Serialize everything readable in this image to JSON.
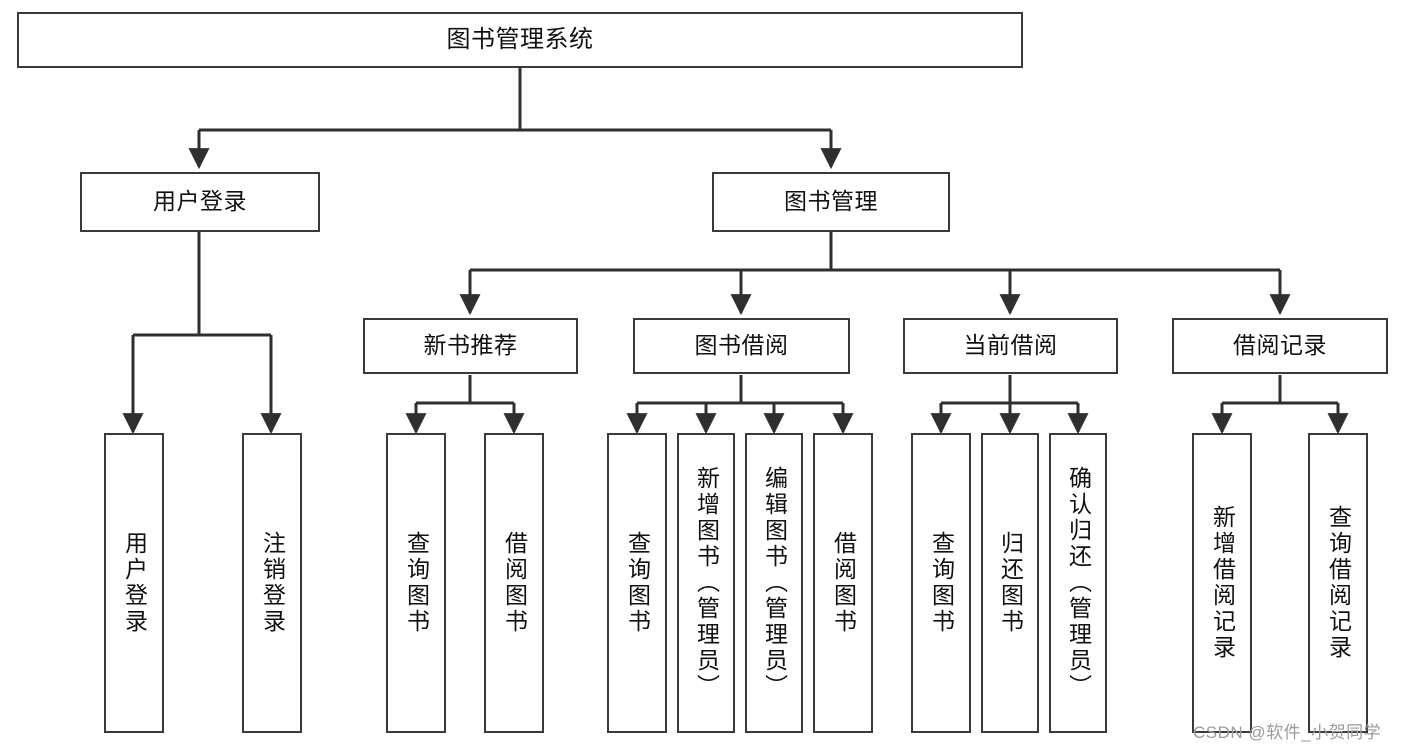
{
  "diagram": {
    "title": "图书管理系统",
    "type": "hierarchy-tree",
    "orientation": "top-down",
    "box_border_color": "#3a3a3a",
    "box_fill_color": "#ffffff",
    "edge_color": "#2f2f2f",
    "background_color": "#ffffff"
  },
  "nodes": {
    "root": {
      "label": "图书管理系统",
      "level": 1
    },
    "l2": [
      {
        "id": "user-login",
        "label": "用户登录",
        "level": 2
      },
      {
        "id": "book-manage",
        "label": "图书管理",
        "level": 2
      }
    ],
    "l3": [
      {
        "id": "new-book-recommend",
        "label": "新书推荐",
        "level": 3
      },
      {
        "id": "book-borrow",
        "label": "图书借阅",
        "level": 3
      },
      {
        "id": "current-borrow",
        "label": "当前借阅",
        "level": 3
      },
      {
        "id": "borrow-record",
        "label": "借阅记录",
        "level": 3
      }
    ],
    "leaves": [
      {
        "id": "leaf-user-login",
        "label": "用户登录",
        "parent": "user-login"
      },
      {
        "id": "leaf-logout-login",
        "label": "注销登录",
        "parent": "user-login"
      },
      {
        "id": "leaf-query-book-1",
        "label": "查询图书",
        "parent": "new-book-recommend"
      },
      {
        "id": "leaf-borrow-book-1",
        "label": "借阅图书",
        "parent": "new-book-recommend"
      },
      {
        "id": "leaf-query-book-2",
        "label": "查询图书",
        "parent": "book-borrow"
      },
      {
        "id": "leaf-add-book",
        "label": "新增图书（管理员）",
        "parent": "book-borrow"
      },
      {
        "id": "leaf-edit-book",
        "label": "编辑图书（管理员）",
        "parent": "book-borrow"
      },
      {
        "id": "leaf-borrow-book-2",
        "label": "借阅图书",
        "parent": "book-borrow"
      },
      {
        "id": "leaf-query-book-3",
        "label": "查询图书",
        "parent": "current-borrow"
      },
      {
        "id": "leaf-return-book",
        "label": "归还图书",
        "parent": "current-borrow"
      },
      {
        "id": "leaf-confirm-return",
        "label": "确认归还（管理员）",
        "parent": "current-borrow"
      },
      {
        "id": "leaf-add-record",
        "label": "新增借阅记录",
        "parent": "borrow-record"
      },
      {
        "id": "leaf-query-record",
        "label": "查询借阅记录",
        "parent": "borrow-record"
      }
    ]
  },
  "watermark": {
    "text": "CSDN @软件_小贺同学"
  }
}
